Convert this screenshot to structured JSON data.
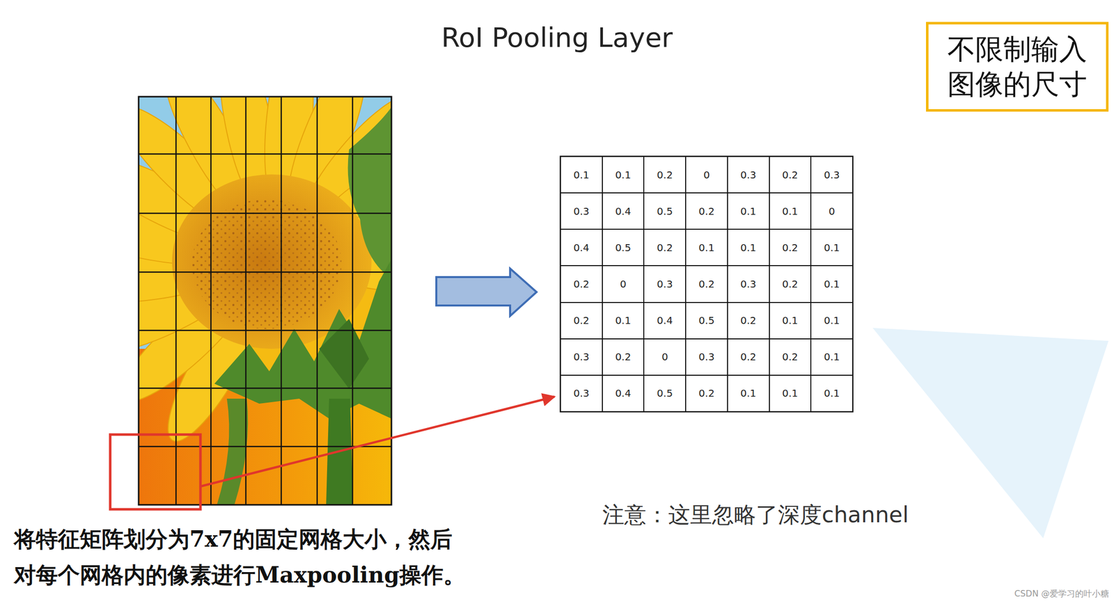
{
  "diagram": {
    "title": "RoI Pooling Layer",
    "caption": "将特征矩阵划分为7x7的固定网格大小，然后 对每个网格内的像素进行Maxpooling操作。",
    "nodes": [
      {
        "text": [
          "不限制输入 图像的尺寸"
        ]
      }
    ],
    "labels": [
      "0.1",
      "0.1",
      "0.2",
      "0",
      "0.3",
      "0.2",
      "0.3",
      "0.3",
      "0.4",
      "0.5",
      "0.2",
      "0.1",
      "0.1",
      "0",
      "0.4",
      "0.5",
      "0.2",
      "0.1",
      "0.1",
      "0.2",
      "0.1",
      "0.2",
      "0",
      "0.3",
      "0.2",
      "0.3",
      "0.2",
      "0.1",
      "0.2",
      "0.1",
      "0.4",
      "0.5",
      "0.2",
      "0.1",
      "0.1",
      "0.3",
      "0.2",
      "0",
      "0.3",
      "0.2",
      "0.2",
      "0.1",
      "0.3",
      "0.4",
      "0.5",
      "0.2",
      "0.1",
      "0.1",
      "0.1",
      "注意：这里忽略了深度channel",
      "CSDN @爱学习的叶小糖"
    ]
  }
}
